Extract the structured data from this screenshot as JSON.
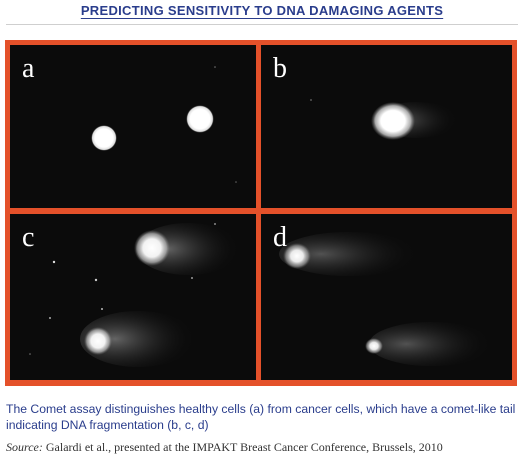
{
  "header": {
    "title": "PREDICTING SENSITIVITY TO DNA DAMAGING AGENTS"
  },
  "figure": {
    "panels": [
      {
        "label": "a",
        "description": "healthy cells"
      },
      {
        "label": "b",
        "description": "cancer cell with comet-like tail"
      },
      {
        "label": "c",
        "description": "cancer cells with comet-like tails"
      },
      {
        "label": "d",
        "description": "cancer cells with comet-like tails"
      }
    ],
    "colors": {
      "frame": "#e4512a",
      "panel_background": "#0b0b0b",
      "cell": "#ffffff"
    }
  },
  "caption": "The Comet assay distinguishes healthy cells (a) from cancer cells, which have a comet-like tail indicating DNA fragmentation (b, c, d)",
  "source": {
    "label": "Source:",
    "text": "Galardi et al., presented at the IMPAKT Breast Cancer Conference, Brussels, 2010"
  }
}
